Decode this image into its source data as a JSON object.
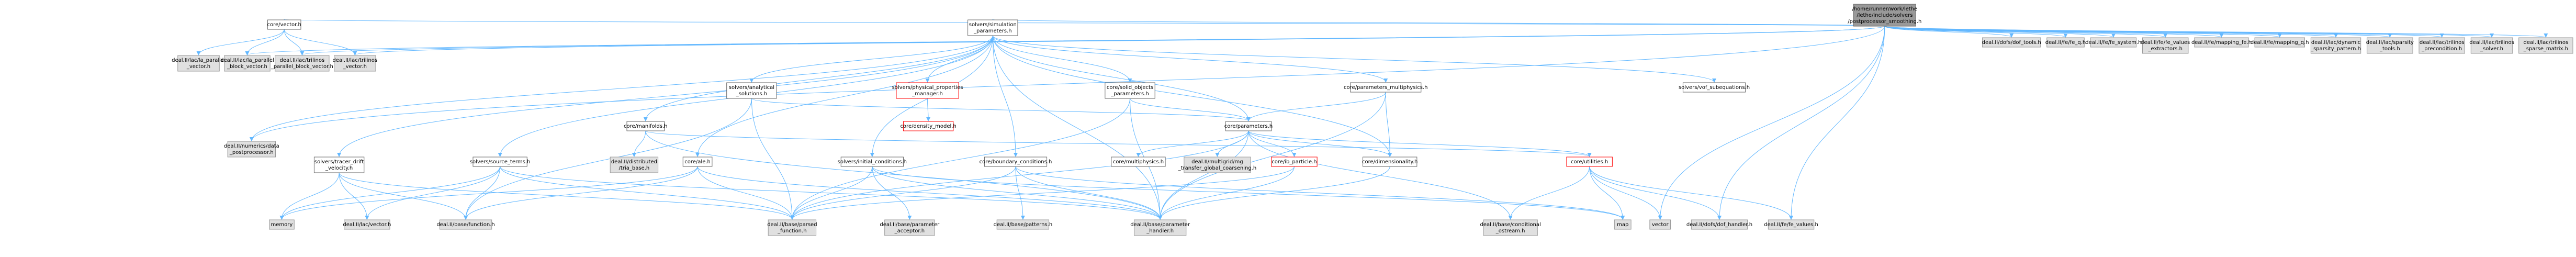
{
  "colors": {
    "root_fill": "#999999",
    "node_fill": "#ffffff",
    "node_stroke": "#666666",
    "external_fill": "#e0e0e0",
    "external_stroke": "#999999",
    "red_text": "#ff0000",
    "red_stroke": "#ff0000",
    "edge_color": "#63b8ff"
  },
  "nodes": [
    {
      "id": "root",
      "kind": "root",
      "lines": [
        "/home/runner/work/lethe",
        "/lethe/include/solvers",
        "/postprocessor_smoothing.h"
      ]
    },
    {
      "id": "vector",
      "kind": "local",
      "lines": [
        "core/vector.h"
      ]
    },
    {
      "id": "simparams",
      "kind": "local",
      "lines": [
        "solvers/simulation",
        "_parameters.h"
      ]
    },
    {
      "id": "dof_tools",
      "kind": "external",
      "lines": [
        "deal.II/dofs/dof_tools.h"
      ]
    },
    {
      "id": "fe_q",
      "kind": "external",
      "lines": [
        "deal.II/fe/fe_q.h"
      ]
    },
    {
      "id": "fe_system",
      "kind": "external",
      "lines": [
        "deal.II/fe/fe_system.h"
      ]
    },
    {
      "id": "fe_values_extractors",
      "kind": "external",
      "lines": [
        "deal.II/fe/fe_values",
        "_extractors.h"
      ]
    },
    {
      "id": "mapping_fe",
      "kind": "external",
      "lines": [
        "deal.II/fe/mapping_fe.h"
      ]
    },
    {
      "id": "mapping_q",
      "kind": "external",
      "lines": [
        "deal.II/fe/mapping_q.h"
      ]
    },
    {
      "id": "dynamic_sparsity",
      "kind": "external",
      "lines": [
        "deal.II/lac/dynamic",
        "_sparsity_pattern.h"
      ]
    },
    {
      "id": "sparsity_tools",
      "kind": "external",
      "lines": [
        "deal.II/lac/sparsity",
        "_tools.h"
      ]
    },
    {
      "id": "trilinos_precondition",
      "kind": "external",
      "lines": [
        "deal.II/lac/trilinos",
        "_precondition.h"
      ]
    },
    {
      "id": "trilinos_solver",
      "kind": "external",
      "lines": [
        "deal.II/lac/trilinos",
        "_solver.h"
      ]
    },
    {
      "id": "trilinos_sparse",
      "kind": "external",
      "lines": [
        "deal.II/lac/trilinos",
        "_sparse_matrix.h"
      ]
    },
    {
      "id": "la_parallel_vector",
      "kind": "external",
      "lines": [
        "deal.II/lac/la_parallel",
        "_vector.h"
      ]
    },
    {
      "id": "la_parallel_block",
      "kind": "external",
      "lines": [
        "deal.II/lac/la_parallel",
        "_block_vector.h"
      ]
    },
    {
      "id": "trilinos_parallel_block",
      "kind": "external",
      "lines": [
        "deal.II/lac/trilinos",
        "_parallel_block_vector.h"
      ]
    },
    {
      "id": "trilinos_vector",
      "kind": "external",
      "lines": [
        "deal.II/lac/trilinos",
        "_vector.h"
      ]
    },
    {
      "id": "analytical",
      "kind": "local",
      "lines": [
        "solvers/analytical",
        "_solutions.h"
      ]
    },
    {
      "id": "phys_props",
      "kind": "red",
      "lines": [
        "solvers/physical_properties",
        "_manager.h"
      ]
    },
    {
      "id": "solid_objects",
      "kind": "local",
      "lines": [
        "core/solid_objects",
        "_parameters.h"
      ]
    },
    {
      "id": "params_multiphysics",
      "kind": "local",
      "lines": [
        "core/parameters_multiphysics.h"
      ]
    },
    {
      "id": "vof_subequations",
      "kind": "local",
      "lines": [
        "solvers/vof_subequations.h"
      ]
    },
    {
      "id": "manifolds",
      "kind": "local",
      "lines": [
        "core/manifolds.h"
      ]
    },
    {
      "id": "density_model",
      "kind": "red",
      "lines": [
        "core/density_model.h"
      ]
    },
    {
      "id": "parameters",
      "kind": "local",
      "lines": [
        "core/parameters.h"
      ]
    },
    {
      "id": "numerics_data_post",
      "kind": "external",
      "lines": [
        "deal.II/numerics/data",
        "_postprocessor.h"
      ]
    },
    {
      "id": "tracer_drift",
      "kind": "local",
      "lines": [
        "solvers/tracer_drift",
        "_velocity.h"
      ]
    },
    {
      "id": "source_terms",
      "kind": "local",
      "lines": [
        "solvers/source_terms.h"
      ]
    },
    {
      "id": "distributed_tria",
      "kind": "external",
      "lines": [
        "deal.II/distributed",
        "/tria_base.h"
      ]
    },
    {
      "id": "ale",
      "kind": "local",
      "lines": [
        "core/ale.h"
      ]
    },
    {
      "id": "initial_conditions",
      "kind": "local",
      "lines": [
        "solvers/initial_conditions.h"
      ]
    },
    {
      "id": "boundary_conditions",
      "kind": "local",
      "lines": [
        "core/boundary_conditions.h"
      ]
    },
    {
      "id": "multiphysics",
      "kind": "local",
      "lines": [
        "core/multiphysics.h"
      ]
    },
    {
      "id": "multigrid",
      "kind": "external",
      "lines": [
        "deal.II/multigrid/mg",
        "_transfer_global_coarsening.h"
      ]
    },
    {
      "id": "ib_particle",
      "kind": "red",
      "lines": [
        "core/ib_particle.h"
      ]
    },
    {
      "id": "dimensionality",
      "kind": "local",
      "lines": [
        "core/dimensionality.h"
      ]
    },
    {
      "id": "utilities",
      "kind": "red",
      "lines": [
        "core/utilities.h"
      ]
    },
    {
      "id": "memory",
      "kind": "external",
      "lines": [
        "memory"
      ]
    },
    {
      "id": "lac_vector",
      "kind": "external",
      "lines": [
        "deal.II/lac/vector.h"
      ]
    },
    {
      "id": "base_function",
      "kind": "external",
      "lines": [
        "deal.II/base/function.h"
      ]
    },
    {
      "id": "parsed_function",
      "kind": "external",
      "lines": [
        "deal.II/base/parsed",
        "_function.h"
      ]
    },
    {
      "id": "param_acceptor",
      "kind": "external",
      "lines": [
        "deal.II/base/parameter",
        "_acceptor.h"
      ]
    },
    {
      "id": "patterns",
      "kind": "external",
      "lines": [
        "deal.II/base/patterns.h"
      ]
    },
    {
      "id": "param_handler",
      "kind": "external",
      "lines": [
        "deal.II/base/parameter",
        "_handler.h"
      ]
    },
    {
      "id": "conditional_ostream",
      "kind": "external",
      "lines": [
        "deal.II/base/conditional",
        "_ostream.h"
      ]
    },
    {
      "id": "map",
      "kind": "external",
      "lines": [
        "map"
      ]
    },
    {
      "id": "vector_std",
      "kind": "external",
      "lines": [
        "vector"
      ]
    },
    {
      "id": "dof_handler",
      "kind": "external",
      "lines": [
        "deal.II/dofs/dof_handler.h"
      ]
    },
    {
      "id": "fe_values",
      "kind": "external",
      "lines": [
        "deal.II/fe/fe_values.h"
      ]
    }
  ],
  "edges": [
    [
      "root",
      "vector"
    ],
    [
      "root",
      "simparams"
    ],
    [
      "root",
      "dof_tools"
    ],
    [
      "root",
      "fe_q"
    ],
    [
      "root",
      "fe_system"
    ],
    [
      "root",
      "fe_values_extractors"
    ],
    [
      "root",
      "mapping_fe"
    ],
    [
      "root",
      "mapping_q"
    ],
    [
      "root",
      "dynamic_sparsity"
    ],
    [
      "root",
      "sparsity_tools"
    ],
    [
      "root",
      "trilinos_precondition"
    ],
    [
      "root",
      "trilinos_solver"
    ],
    [
      "root",
      "trilinos_sparse"
    ],
    [
      "root",
      "la_parallel_block"
    ],
    [
      "root",
      "trilinos_parallel_block"
    ],
    [
      "root",
      "trilinos_vector"
    ],
    [
      "root",
      "numerics_data_post"
    ],
    [
      "root",
      "dof_handler"
    ],
    [
      "root",
      "fe_values"
    ],
    [
      "root",
      "vector_std"
    ],
    [
      "vector",
      "la_parallel_vector"
    ],
    [
      "vector",
      "la_parallel_block"
    ],
    [
      "vector",
      "trilinos_parallel_block"
    ],
    [
      "vector",
      "trilinos_vector"
    ],
    [
      "simparams",
      "analytical"
    ],
    [
      "simparams",
      "phys_props"
    ],
    [
      "simparams",
      "solid_objects"
    ],
    [
      "simparams",
      "params_multiphysics"
    ],
    [
      "simparams",
      "vof_subequations"
    ],
    [
      "simparams",
      "manifolds"
    ],
    [
      "simparams",
      "parameters"
    ],
    [
      "simparams",
      "tracer_drift"
    ],
    [
      "simparams",
      "source_terms"
    ],
    [
      "simparams",
      "ale"
    ],
    [
      "simparams",
      "initial_conditions"
    ],
    [
      "simparams",
      "boundary_conditions"
    ],
    [
      "simparams",
      "dimensionality"
    ],
    [
      "simparams",
      "numerics_data_post"
    ],
    [
      "simparams",
      "param_handler"
    ],
    [
      "phys_props",
      "density_model"
    ],
    [
      "analytical",
      "parameters"
    ],
    [
      "analytical",
      "base_function"
    ],
    [
      "analytical",
      "parsed_function"
    ],
    [
      "solid_objects",
      "parameters"
    ],
    [
      "solid_objects",
      "param_handler"
    ],
    [
      "solid_objects",
      "parsed_function"
    ],
    [
      "params_multiphysics",
      "parameters"
    ],
    [
      "params_multiphysics",
      "param_handler"
    ],
    [
      "params_multiphysics",
      "dimensionality"
    ],
    [
      "manifolds",
      "distributed_tria"
    ],
    [
      "manifolds",
      "utilities"
    ],
    [
      "manifolds",
      "param_handler"
    ],
    [
      "parameters",
      "multiphysics"
    ],
    [
      "parameters",
      "multigrid"
    ],
    [
      "parameters",
      "ib_particle"
    ],
    [
      "parameters",
      "dimensionality"
    ],
    [
      "parameters",
      "utilities"
    ],
    [
      "parameters",
      "parsed_function"
    ],
    [
      "parameters",
      "param_handler"
    ],
    [
      "parameters",
      "conditional_ostream"
    ],
    [
      "tracer_drift",
      "memory"
    ],
    [
      "tracer_drift",
      "lac_vector"
    ],
    [
      "tracer_drift",
      "base_function"
    ],
    [
      "tracer_drift",
      "parsed_function"
    ],
    [
      "source_terms",
      "memory"
    ],
    [
      "source_terms",
      "lac_vector"
    ],
    [
      "source_terms",
      "base_function"
    ],
    [
      "source_terms",
      "parsed_function"
    ],
    [
      "source_terms",
      "param_handler"
    ],
    [
      "ale",
      "memory"
    ],
    [
      "ale",
      "base_function"
    ],
    [
      "ale",
      "parsed_function"
    ],
    [
      "ale",
      "param_handler"
    ],
    [
      "initial_conditions",
      "parsed_function"
    ],
    [
      "initial_conditions",
      "param_acceptor"
    ],
    [
      "initial_conditions",
      "param_handler"
    ],
    [
      "initial_conditions",
      "map"
    ],
    [
      "boundary_conditions",
      "parsed_function"
    ],
    [
      "boundary_conditions",
      "patterns"
    ],
    [
      "boundary_conditions",
      "param_handler"
    ],
    [
      "boundary_conditions",
      "map"
    ],
    [
      "ib_particle",
      "param_handler"
    ],
    [
      "ib_particle",
      "parsed_function"
    ],
    [
      "dimensionality",
      "param_handler"
    ],
    [
      "utilities",
      "map"
    ],
    [
      "utilities",
      "vector_std"
    ],
    [
      "utilities",
      "dof_handler"
    ],
    [
      "utilities",
      "fe_values"
    ],
    [
      "utilities",
      "conditional_ostream"
    ]
  ]
}
